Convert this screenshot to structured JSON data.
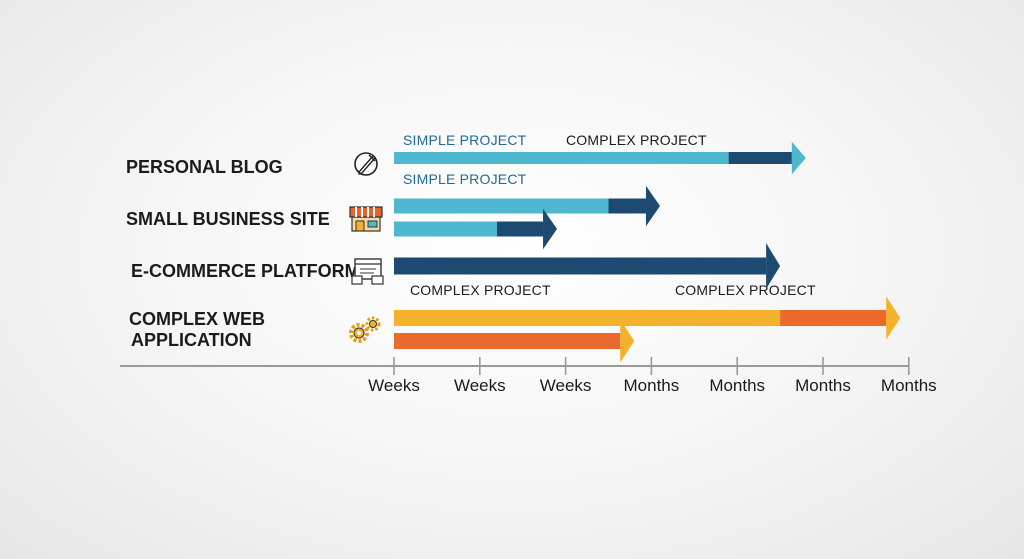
{
  "chart_data": {
    "type": "bar",
    "orientation": "horizontal",
    "title": "",
    "xlabel": "",
    "ylabel": "",
    "x_ticks": [
      "Weeks",
      "Weeks",
      "Weeks",
      "Months",
      "Months",
      "Months",
      "Months"
    ],
    "categories": [
      "PERSONAL BLOG",
      "SMALL BUSINESS SITE",
      "E-COMMERCE PLATFORM",
      "COMPLEX WEB\nAPPLICATION"
    ],
    "category_icons": [
      "pen-icon",
      "storefront-icon",
      "browser-cart-icon",
      "gears-icon"
    ],
    "bar_labels": [
      {
        "text": "SIMPLE PROJECT",
        "color": "#1e6a96"
      },
      {
        "text": "COMPLEX PROJECT",
        "color": "#1b1b1b"
      },
      {
        "text": "SIMPLE PROJECT",
        "color": "#1e6a96"
      },
      {
        "text": "COMPLEX PROJECT",
        "color": "#1b1b1b"
      },
      {
        "text": "COMPLEX PROJECT",
        "color": "#1b1b1b"
      }
    ],
    "bars": [
      {
        "category": "PERSONAL BLOG",
        "light_end": 3.9,
        "end": 4.8,
        "light_color": "#4fb8d1",
        "dark_color": "#1d4a70"
      },
      {
        "category": "SMALL BUSINESS SITE",
        "light_end": 2.5,
        "end": 3.1,
        "light_color": "#4fb8d1",
        "dark_color": "#1d4a70"
      },
      {
        "category": "SMALL BUSINESS SITE",
        "light_end": 1.2,
        "end": 1.9,
        "light_color": "#4fb8d1",
        "dark_color": "#1d4a70"
      },
      {
        "category": "E-COMMERCE PLATFORM",
        "light_end": 0,
        "end": 4.5,
        "light_color": "#1d4a70",
        "dark_color": "#1d4a70"
      },
      {
        "category": "COMPLEX WEB\nAPPLICATION",
        "light_end": 4.5,
        "end": 5.9,
        "light_color": "#f4b12c",
        "dark_color": "#ea6a2c"
      },
      {
        "category": "COMPLEX WEB\nAPPLICATION",
        "light_end": 0,
        "end": 2.8,
        "light_color": "#ea6a2c",
        "dark_color": "#ea6a2c"
      }
    ],
    "xlim": [
      0,
      6
    ],
    "grid": false,
    "legend": "none"
  }
}
